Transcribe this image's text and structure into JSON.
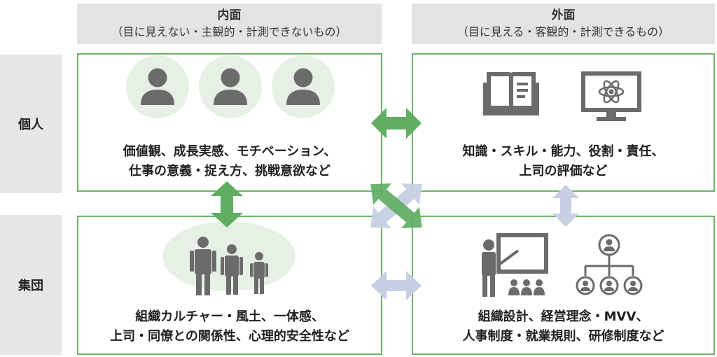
{
  "columns": {
    "inner": {
      "title": "内面",
      "subtitle": "（目に見えない・主観的・計測できないもの）"
    },
    "outer": {
      "title": "外面",
      "subtitle": "（目に見える・客観的・計測できるもの）"
    }
  },
  "rows": {
    "individual": "個人",
    "group": "集団"
  },
  "cells": {
    "individual_inner": {
      "line1": "価値観、成長実感、モチベーション、",
      "line2": "仕事の意義・捉え方、挑戦意欲など"
    },
    "individual_outer": {
      "line1": "知識・スキル・能力、役割・責任、",
      "line2": "上司の評価など"
    },
    "group_inner": {
      "line1": "組織カルチャー・風土、一体感、",
      "line2": "上司・同僚との関係性、心理的安全性など"
    },
    "group_outer": {
      "line1": "組織設計、経営理念・MVV、",
      "line2": "人事制度・就業規則、研修制度など"
    }
  },
  "icons": {
    "individual_inner": "person-icon",
    "individual_outer_1": "book-icon",
    "individual_outer_2": "monitor-atom-icon",
    "group_inner": "family-icon",
    "group_outer_1": "teacher-presentation-icon",
    "group_outer_2": "org-chart-icon",
    "arrows": "double-arrow-icon"
  },
  "colors": {
    "green_border": "#6cb46a",
    "green_arrow": "#5fae62",
    "blue_arrow": "#c6cfe3",
    "icon_gray": "#6b6b6b",
    "circle_bg": "#e7f0e4",
    "header_bg": "#e3e3e1"
  }
}
